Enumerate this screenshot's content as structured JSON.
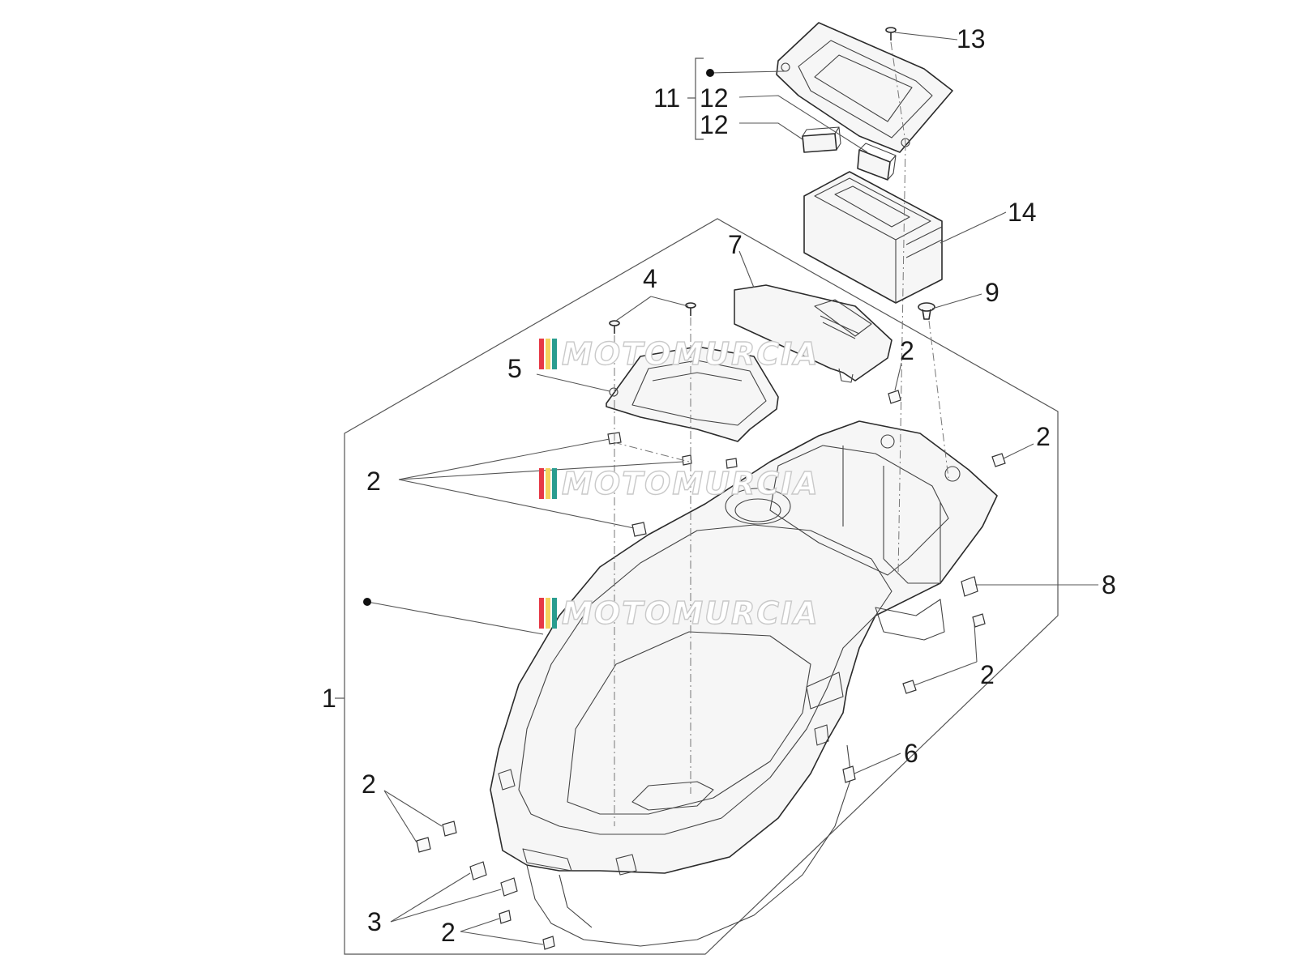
{
  "watermark": {
    "brand": "MOTOMURCIA",
    "stripe_colors": [
      "#e63946",
      "#f4d35e",
      "#2a9d8f"
    ]
  },
  "callouts": {
    "c1": "1",
    "c2_top": "2",
    "c2_right_top": "2",
    "c2_left": "2",
    "c2_right_bottom": "2",
    "c2_bottom_left": "2",
    "c2_bottom": "2",
    "c3": "3",
    "c4": "4",
    "c5": "5",
    "c6": "6",
    "c7": "7",
    "c8": "8",
    "c9": "9",
    "c11": "11",
    "c12a": "12",
    "c12b": "12",
    "c13": "13",
    "c14": "14"
  }
}
